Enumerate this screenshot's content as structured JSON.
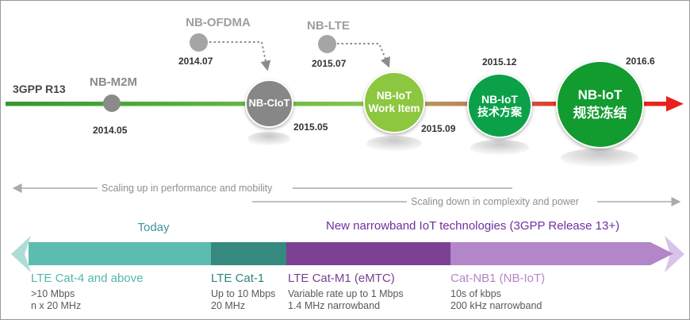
{
  "timeline": {
    "release_label": "3GPP R13",
    "nodes": [
      {
        "id": "nb-m2m",
        "label": "NB-M2M",
        "date": "2014.05"
      },
      {
        "id": "nb-ofdma",
        "label": "NB-OFDMA",
        "date": "2014.07"
      },
      {
        "id": "nb-ciot",
        "label": "NB-CIoT",
        "date": "2015.05"
      },
      {
        "id": "nb-lte",
        "label": "NB-LTE",
        "date": "2015.07"
      },
      {
        "id": "nb-iot-work-item",
        "line1": "NB-IoT",
        "line2": "Work Item",
        "date": "2015.09"
      },
      {
        "id": "nb-iot-tech-plan",
        "line1": "NB-IoT",
        "line2": "技术方案",
        "date": "2015.12"
      },
      {
        "id": "nb-iot-freeze",
        "line1": "NB-IoT",
        "line2": "规范冻结",
        "date": "2016.6"
      }
    ],
    "line_gradient": [
      "#35972f",
      "#8bc34e",
      "#bf8f60",
      "#e8211d"
    ],
    "node_colors": {
      "gray_small": "#a5a5a5",
      "gray_big": "#878787",
      "work_item_green": "#8dc63f",
      "tech_plan_green": "#0ba149",
      "freeze_green": "#129b2f"
    }
  },
  "scaling": {
    "up_label": "Scaling up in performance and mobility",
    "down_label": "Scaling down in complexity and power"
  },
  "roadmap": {
    "today_label": "Today",
    "new_tech_label": "New narrowband IoT technologies (3GPP Release 13+)",
    "today_color": "#3f93a3",
    "new_tech_color": "#7030a0",
    "categories": [
      {
        "name": "LTE Cat-4 and above",
        "spec1": ">10 Mbps",
        "spec2": "n x 20 MHz",
        "color": "#5cbcb2"
      },
      {
        "name": "LTE Cat-1",
        "spec1": "Up to 10 Mbps",
        "spec2": "20 MHz",
        "color": "#36897e"
      },
      {
        "name": "LTE Cat-M1 (eMTC)",
        "spec1": "Variable rate up to 1 Mbps",
        "spec2": "1.4 MHz narrowband",
        "color": "#7c4094"
      },
      {
        "name": "Cat-NB1 (NB-IoT)",
        "spec1": "10s of kbps",
        "spec2": "200 kHz narrowband",
        "color": "#b286c9"
      }
    ]
  }
}
